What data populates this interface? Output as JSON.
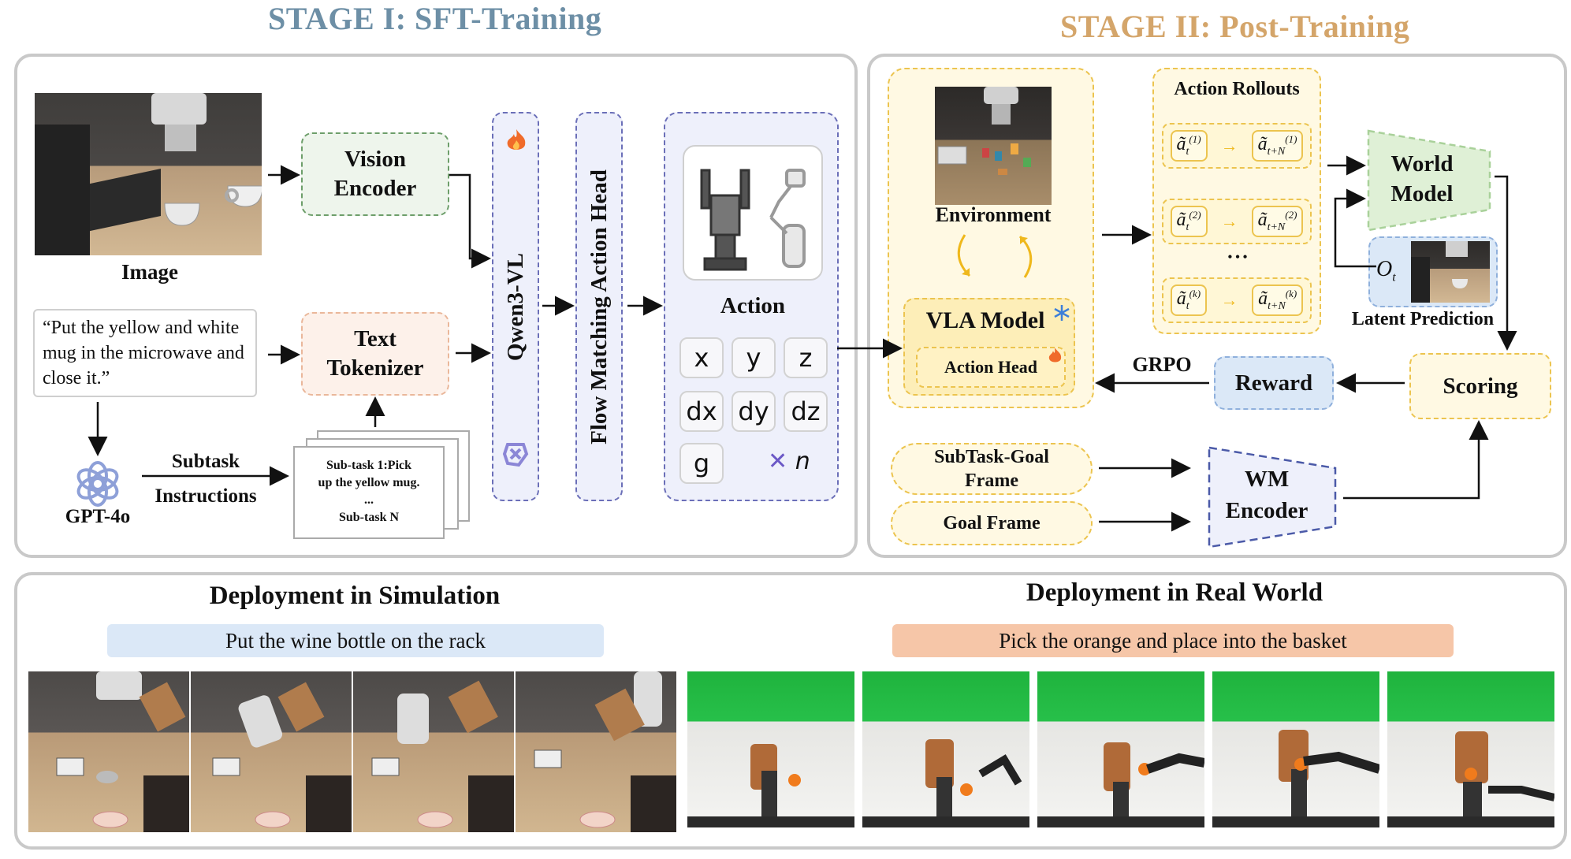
{
  "stage1": {
    "title": "STAGE I: SFT-Training",
    "image_label": "Image",
    "instruction": "“Put the yellow and white mug in the microwave and close it.”",
    "vision_encoder": [
      "Vision",
      "Encoder"
    ],
    "text_tokenizer": [
      "Text",
      "Tokenizer"
    ],
    "qwen": "Qwen3-VL",
    "flow_head": "Flow Matching Action Head",
    "action_title": "Action",
    "keys": [
      "x",
      "y",
      "z",
      "dx",
      "dy",
      "dz",
      "g",
      "n"
    ],
    "gpt": "GPT-4o",
    "subtask_arrow": [
      "Subtask",
      "Instructions"
    ],
    "subtask_doc": [
      "Sub-task 1:Pick",
      "up the yellow mug.",
      "...",
      "Sub-task N"
    ]
  },
  "stage2": {
    "title": "STAGE II: Post-Training",
    "environment": "Environment",
    "vla_model": "VLA Model",
    "action_head": "Action Head",
    "rollouts_title": "Action Rollouts",
    "rollout_ellipsis": "• • •",
    "rollout_rows": [
      {
        "a": "ã",
        "sub": "t",
        "sup": "(1)",
        "b": "ã",
        "bsub": "t+N",
        "bsup": "(1)"
      },
      {
        "a": "ã",
        "sub": "t",
        "sup": "(2)",
        "b": "ã",
        "bsub": "t+N",
        "bsup": "(2)"
      },
      {
        "a": "ã",
        "sub": "t",
        "sup": "(k)",
        "b": "ã",
        "bsub": "t+N",
        "bsup": "(k)"
      }
    ],
    "world_model": [
      "World",
      "Model"
    ],
    "obs_symbol": "O",
    "obs_sub": "t",
    "latent_prediction": "Latent Prediction",
    "scoring": "Scoring",
    "reward": "Reward",
    "grpo": "GRPO",
    "subtask_goal_frame": [
      "SubTask-Goal",
      "Frame"
    ],
    "goal_frame": "Goal Frame",
    "wm_encoder": [
      "WM",
      "Encoder"
    ]
  },
  "deploy": {
    "sim_title": "Deployment in Simulation",
    "sim_instruction": "Put the wine bottle on the rack",
    "real_title": "Deployment in Real World",
    "real_instruction": "Pick the orange and place into the basket",
    "sim_frames": 4,
    "real_frames": 5
  },
  "colors": {
    "stage1": "#6d8fa6",
    "stage2": "#d4a56a",
    "green_border": "#6d9e6a",
    "peach_border": "#eab79a",
    "purple_border": "#6b6fb8",
    "yellow_border": "#ecc44f",
    "blue_border": "#8fb0dc",
    "blue_fill": "#dbe8f7",
    "orange_fill": "#f6c6a8"
  },
  "icons": [
    "fire-icon",
    "snowflake-icon",
    "gemini-icon",
    "openai-icon",
    "robot-arm-icon"
  ]
}
